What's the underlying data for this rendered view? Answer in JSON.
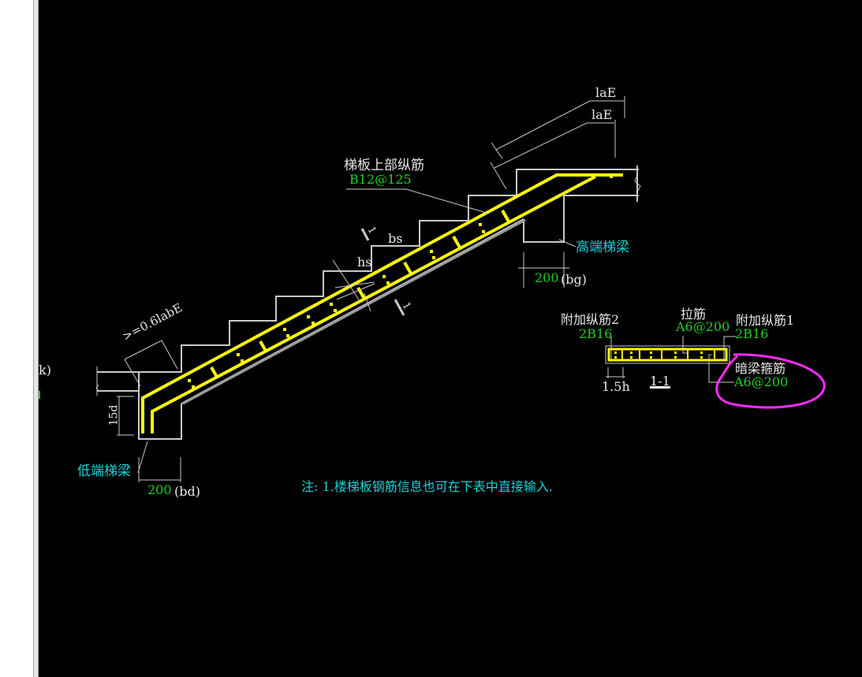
{
  "window": {
    "left_panel_fragments": [
      ")",
      "k)"
    ]
  },
  "drawing": {
    "colors": {
      "background": "#000000",
      "outline": "#c8c8c8",
      "rebar": "#ffff00",
      "label_white": "#e8e8e8",
      "label_green": "#1fd21f",
      "label_cyan": "#17d4d8",
      "annotation_magenta": "#ff2cff"
    },
    "labels": {
      "lae_outer": "laE",
      "lae_inner": "laE",
      "top_rebar_title": "梯板上部纵筋",
      "top_rebar_value": "B12@125",
      "bs": "bs",
      "hs": "hs",
      "section_mark_top": "1",
      "section_mark_bottom": "1",
      "anchor_length": ">=0.6labE",
      "fifteen_d": "15d",
      "low_beam": "低端梯梁",
      "low_beam_width": "200",
      "low_beam_width_sym": "(bd)",
      "high_beam": "高端梯梁",
      "high_beam_width": "200",
      "high_beam_width_sym": "(bg)",
      "extra_rebar_2_title": "附加纵筋2",
      "extra_rebar_2_value": "2B16",
      "tie_bar_title": "拉筋",
      "tie_bar_value": "A6@200",
      "extra_rebar_1_title": "附加纵筋1",
      "extra_rebar_1_value": "2B16",
      "hidden_beam_stirrup_title": "暗梁箍筋",
      "hidden_beam_stirrup_value": "A6@200",
      "width_15h": "1.5h",
      "section_name": "1-1",
      "note": "注: 1.楼梯板钢筋信息也可在下表中直接输入."
    }
  }
}
